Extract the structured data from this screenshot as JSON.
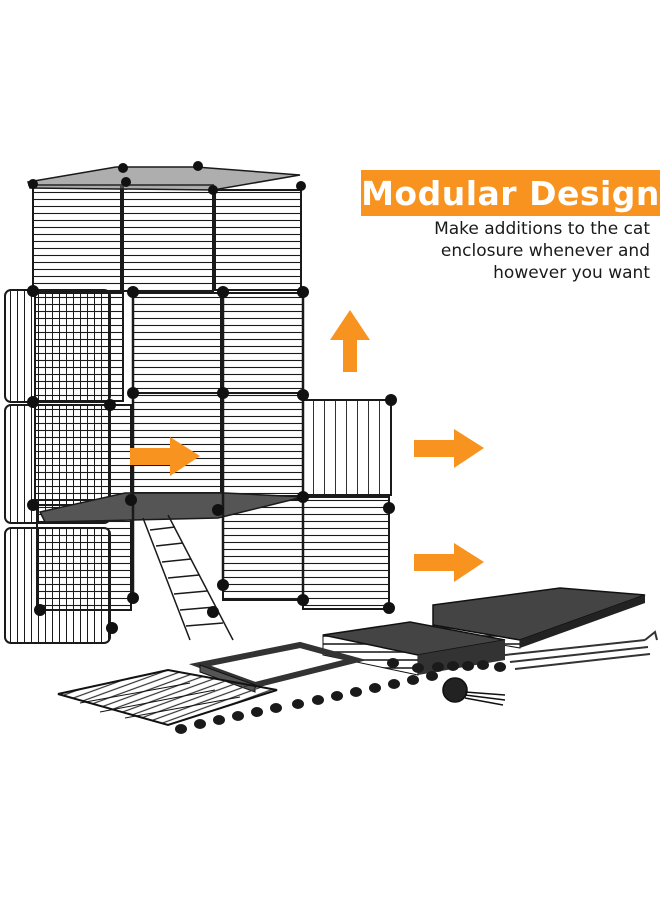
{
  "colors": {
    "accent": "#f7931e",
    "wire": "#1a1a1a",
    "panel_fill": "#555555",
    "text": "#1a1a1a",
    "background": "#ffffff"
  },
  "banner": {
    "title": "Modular Design"
  },
  "tagline": {
    "lines": [
      "Make additions to the cat",
      "enclosure whenever and",
      "however you want"
    ]
  },
  "icons": [
    "arrow-up-icon",
    "arrow-right-icon"
  ]
}
